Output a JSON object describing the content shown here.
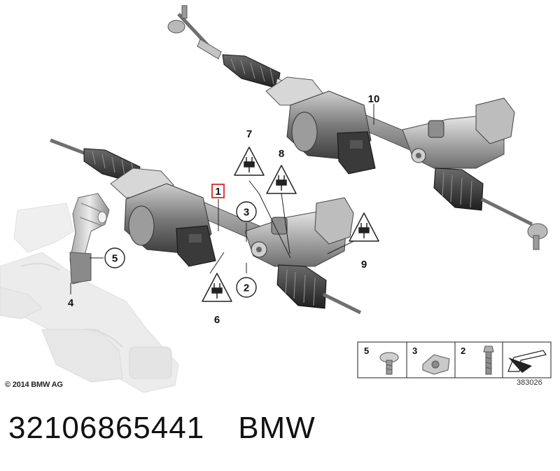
{
  "callouts": {
    "c1": "1",
    "c2": "2",
    "c3": "3",
    "c4": "4",
    "c5": "5",
    "c6": "6",
    "c7": "7",
    "c8": "8",
    "c9": "9",
    "c10": "10"
  },
  "legend": {
    "cell1": "5",
    "cell2": "3",
    "cell3": "2"
  },
  "copyright": "© 2014 BMW AG",
  "diagram_id": "383026",
  "footer": {
    "part_number": "32106865441",
    "brand": "BMW"
  },
  "colors": {
    "highlight_box": "#e0262b",
    "line": "#222222",
    "part_gray": "#8a8a8a",
    "part_dark": "#3a3a3a",
    "faded_part": "#d9d9d9"
  }
}
